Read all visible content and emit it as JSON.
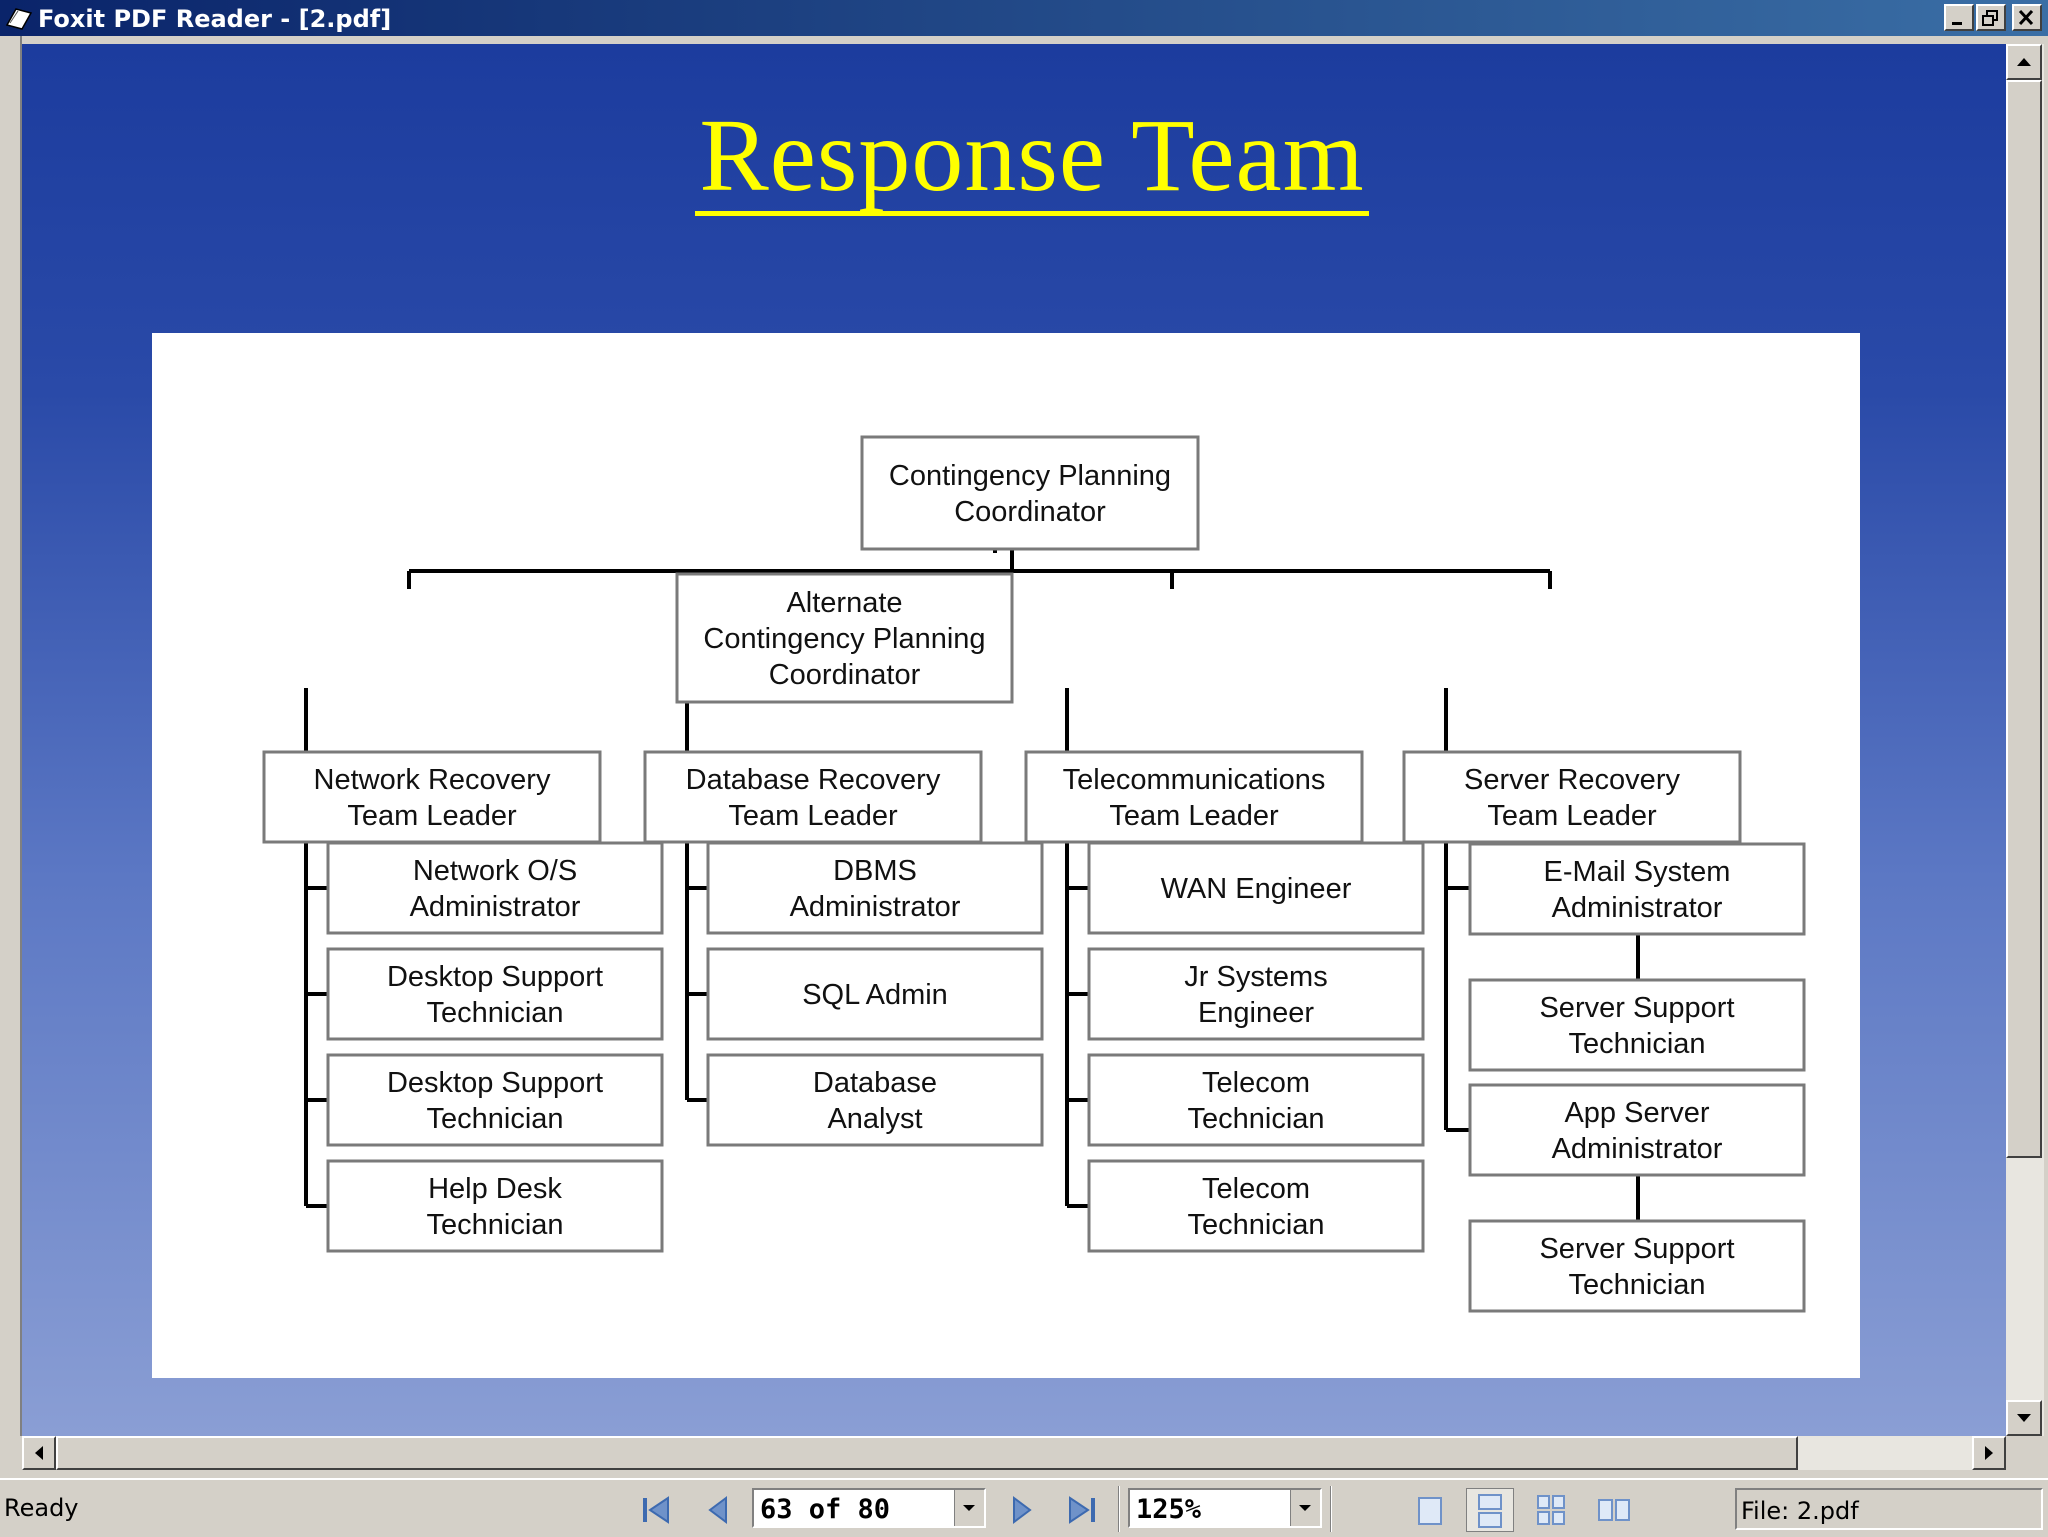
{
  "window": {
    "title": "Foxit PDF Reader - [2.pdf]",
    "icons": [
      "app-book-icon",
      "minimize-icon",
      "restore-icon",
      "close-icon"
    ]
  },
  "slide": {
    "title": "Response Team"
  },
  "org_chart": {
    "root": [
      "Contingency Planning",
      "Coordinator"
    ],
    "alternate": [
      "Alternate",
      "Contingency Planning",
      "Coordinator"
    ],
    "teams": [
      {
        "leader": [
          "Network Recovery",
          "Team Leader"
        ],
        "members": [
          [
            "Network O/S",
            "Administrator"
          ],
          [
            "Desktop Support",
            "Technician"
          ],
          [
            "Desktop Support",
            "Technician"
          ],
          [
            "Help Desk",
            "Technician"
          ]
        ]
      },
      {
        "leader": [
          "Database Recovery",
          "Team Leader"
        ],
        "members": [
          [
            "DBMS",
            "Administrator"
          ],
          [
            "SQL Admin"
          ],
          [
            "Database",
            "Analyst"
          ]
        ]
      },
      {
        "leader": [
          "Telecommunications",
          "Team Leader"
        ],
        "members": [
          [
            "WAN Engineer"
          ],
          [
            "Jr Systems",
            "Engineer"
          ],
          [
            "Telecom",
            "Technician"
          ],
          [
            "Telecom",
            "Technician"
          ]
        ]
      },
      {
        "leader": [
          "Server Recovery",
          "Team Leader"
        ],
        "members": [
          [
            "E-Mail System",
            "Administrator"
          ],
          [
            "Server Support",
            "Technician"
          ],
          [
            "App Server",
            "Administrator"
          ],
          [
            "Server Support",
            "Technician"
          ]
        ]
      }
    ]
  },
  "statusbar": {
    "status": "Ready",
    "page": "63 of 80",
    "zoom": "125%",
    "file": "File: 2.pdf"
  }
}
